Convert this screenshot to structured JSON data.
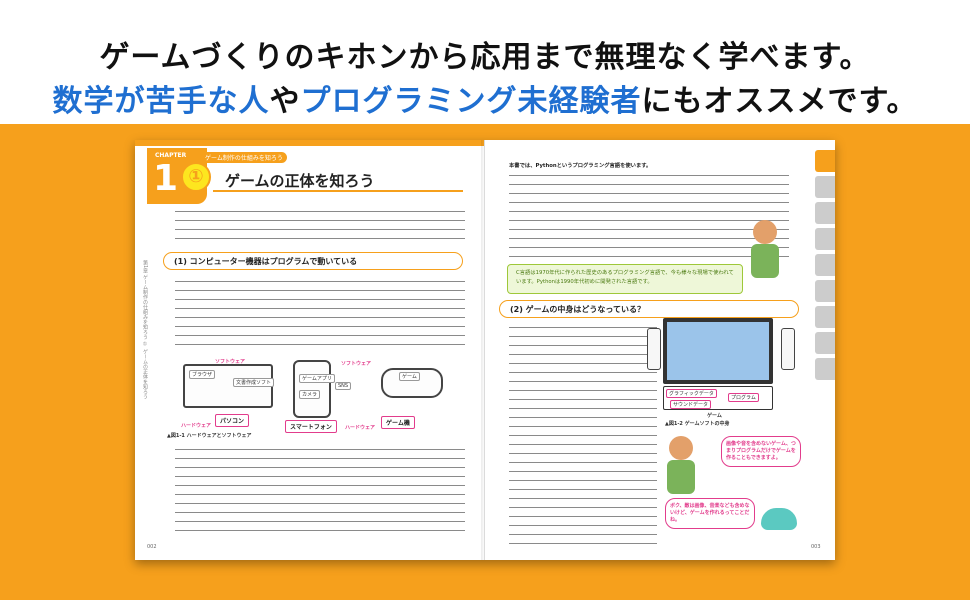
{
  "headline": {
    "line1": "ゲームづくりのキホンから応用まで無理なく学べます。",
    "line2_a": "数学が苦手な人",
    "line2_b": "や",
    "line2_c": "プログラミング未経験者",
    "line2_d": "にもオススメです。"
  },
  "colors": {
    "accent": "#f6a01c",
    "blue": "#1f6fd1",
    "highlight": "#fde61f",
    "pink": "#e23c8c"
  },
  "left_page": {
    "chapter_label": "CHAPTER",
    "chapter_num": "1",
    "kicker": "ゲーム制作の仕組みを知ろう",
    "lesson_num": "①",
    "title": "ゲームの正体を知ろう",
    "section1": "(1) コンピューター機器はプログラムで動いている",
    "side_text": "第1章 ゲーム制作の仕組みを知ろう ① ゲームの正体を知ろう",
    "diagram": {
      "pc_label": "パソコン",
      "phone_label": "スマートフォン",
      "game_label": "ゲーム機",
      "software": "ソフトウェア",
      "hardware": "ハードウェア",
      "browser": "ブラウザ",
      "doc": "文書作成ソフト",
      "game_app": "ゲームアプリ",
      "sns": "SNS",
      "camera": "カメラ",
      "game": "ゲーム"
    },
    "figure_caption": "▲図1-1 ハードウェアとソフトウェア",
    "page_number": "002"
  },
  "right_page": {
    "lead": "本書では、Pythonというプログラミング言語を使います。",
    "note_box": "C言語は1970年代に作られた歴史のあるプログラミング言語で、今も様々な現場で使われています。Pythonは1990年代初めに開発された言語です。",
    "section2": "(2) ゲームの中身はどうなっている？",
    "game_diagram": {
      "graphic": "グラフィックデータ",
      "program": "プログラム",
      "sound": "サウンドデータ",
      "label": "ゲーム"
    },
    "figure_caption": "▲図1-2 ゲームソフトの中身",
    "bubble1": "画像や音を含めないゲーム、つまりプログラムだけでゲームを作ることもできますよ。",
    "bubble2": "ボク、敵は画像、音楽なども含めないけど、ゲームを作れるってことだね。",
    "page_number": "003"
  }
}
